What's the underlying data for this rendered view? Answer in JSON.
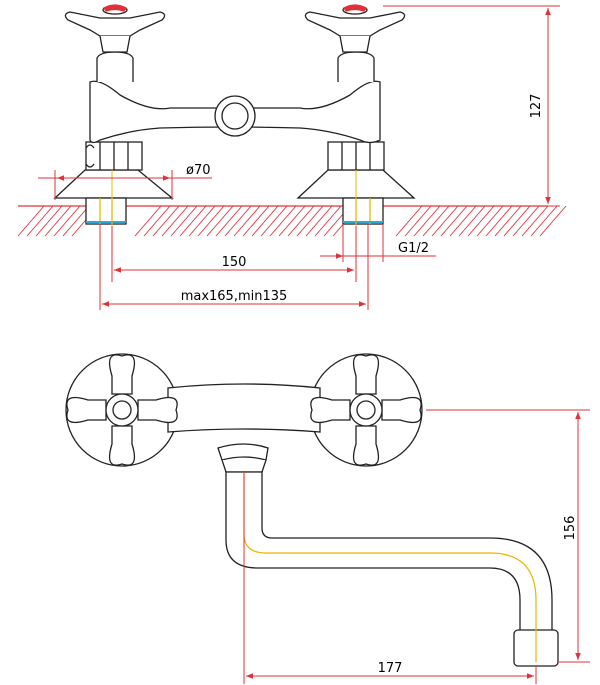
{
  "dimensions": {
    "height_top": "127",
    "flange_diameter": "ø70",
    "center_distance": "150",
    "thread": "G1/2",
    "adjust_range": "max165,min135",
    "spout_height": "156",
    "spout_reach": "177"
  },
  "colors": {
    "outline": "#222222",
    "dimension_line": "#e0303a",
    "hatch": "#e0303a",
    "axis_line": "#e8b800",
    "handle_cap": "#e0303a",
    "thread_accent": "#2fa8d8"
  }
}
